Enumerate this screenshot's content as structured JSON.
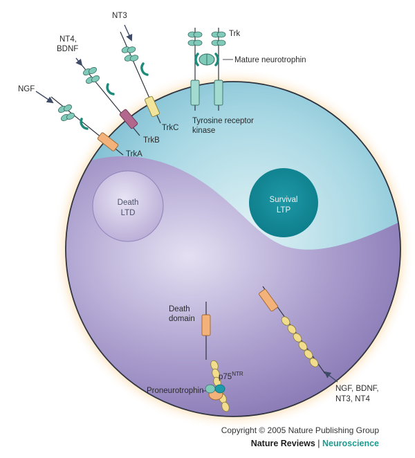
{
  "labels": {
    "nt3": "NT3",
    "nt4": "NT4,",
    "bdnf": "BDNF",
    "ngf": "NGF",
    "trk": "Trk",
    "mature": "Mature neurotrophin",
    "tyrosine1": "Tyrosine receptor",
    "tyrosine2": "kinase",
    "trkc": "TrkC",
    "trkb": "TrkB",
    "trka": "TrkA",
    "death1": "Death",
    "death2": "LTD",
    "survival1": "Survival",
    "survival2": "LTP",
    "deathdomain1": "Death",
    "deathdomain2": "domain",
    "p75": "p75",
    "p75sup": "NTR",
    "proneurotrophin": "Proneurotrophin",
    "ngfgroup1": "NGF, BDNF,",
    "ngfgroup2": "NT3, NT4"
  },
  "footer": {
    "copyright": "Copyright © 2005 Nature Publishing Group",
    "journal": "Nature Reviews",
    "separator": " | ",
    "section": "Neuroscience"
  },
  "colors": {
    "cell_top": "#7fc4d8",
    "cell_bottom": "#8f7fb8",
    "glow": "#f6c88a",
    "survival": "#1e9aa8",
    "death": "#c0b4dc",
    "ligand": "#7fcab8",
    "trka": "#f3b27a",
    "trkb": "#b1688c",
    "trkc": "#f2e49a",
    "p75": "#f2dc8e"
  }
}
